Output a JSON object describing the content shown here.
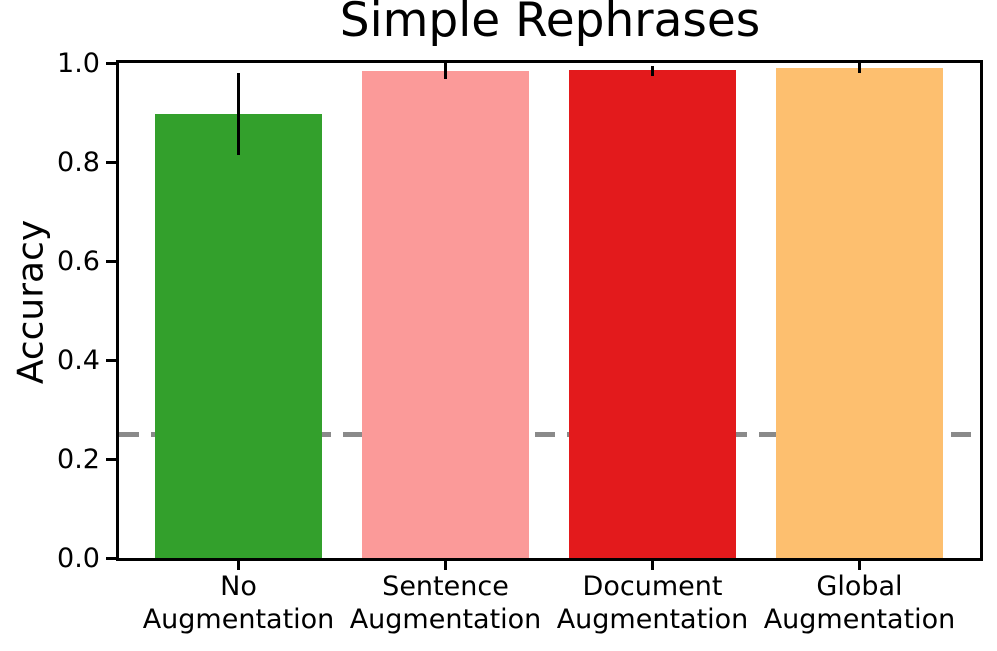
{
  "chart_data": {
    "type": "bar",
    "title": "Simple Rephrases",
    "xlabel": "",
    "ylabel": "Accuracy",
    "ylim": [
      0.0,
      1.0
    ],
    "yticks": [
      0.0,
      0.2,
      0.4,
      0.6,
      0.8,
      1.0
    ],
    "grid": false,
    "legend": null,
    "categories": [
      [
        "No",
        "Augmentation"
      ],
      [
        "Sentence",
        "Augmentation"
      ],
      [
        "Document",
        "Augmentation"
      ],
      [
        "Global",
        "Augmentation"
      ]
    ],
    "series": [
      {
        "name": "Accuracy",
        "values": [
          0.897,
          0.984,
          0.985,
          0.99
        ],
        "error_low": [
          0.814,
          0.968,
          0.974,
          0.98
        ],
        "error_high": [
          0.98,
          1.0,
          0.994,
          1.0
        ],
        "bar_colors": [
          "#33a02c",
          "#fb9a99",
          "#e31a1c",
          "#fdbf6f"
        ]
      }
    ],
    "reference_line": {
      "value": 0.25,
      "style": "dashed",
      "color": "#8a8a8a"
    },
    "text_color": "#000000",
    "error_bar_color": "#000000"
  }
}
